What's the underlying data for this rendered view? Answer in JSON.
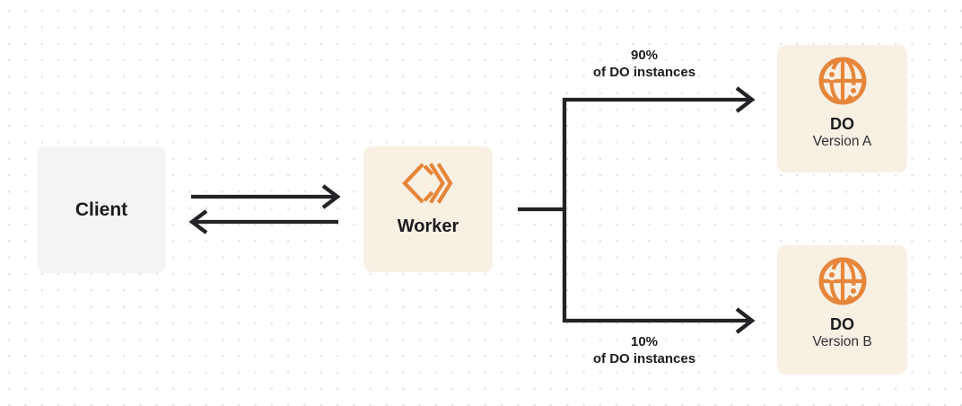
{
  "diagram": {
    "nodes": {
      "client": {
        "label": "Client"
      },
      "worker": {
        "label": "Worker",
        "icon": "workers-icon"
      },
      "do_version_a": {
        "title": "DO",
        "subtitle": "Version A",
        "icon": "durable-object-globe-icon"
      },
      "do_version_b": {
        "title": "DO",
        "subtitle": "Version B",
        "icon": "durable-object-globe-icon"
      }
    },
    "edges": {
      "split_top": {
        "line1": "90%",
        "line2": "of DO instances"
      },
      "split_bottom": {
        "line1": "10%",
        "line2": "of DO instances"
      }
    },
    "colors": {
      "accent_orange": "#E6863B",
      "node_cream_bg": "#F9F0E4",
      "node_gray_bg": "#F4F4F5",
      "line_dark": "#232327",
      "text_dark": "#1C1C1F",
      "dot_grid": "#E3E3E7"
    }
  }
}
